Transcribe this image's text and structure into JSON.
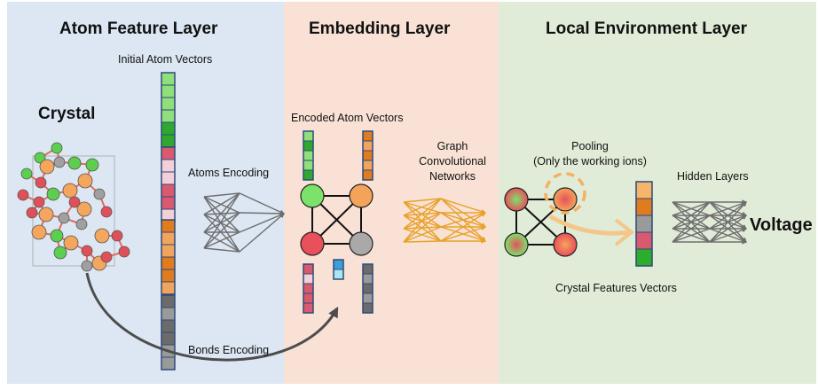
{
  "panels": {
    "atom_feature": {
      "title": "Atom Feature Layer",
      "color": "#dce7f3"
    },
    "embedding": {
      "title": "Embedding Layer",
      "color": "#f9e2d5"
    },
    "local_env": {
      "title": "Local Environment Layer",
      "color": "#e1ecd8"
    }
  },
  "labels": {
    "initial_atom_vectors": "Initial Atom Vectors",
    "crystal": "Crystal",
    "atoms_encoding": "Atoms Encoding",
    "bonds_encoding": "Bonds Encoding",
    "encoded_atom_vectors": "Encoded Atom Vectors",
    "gcn_line1": "Graph",
    "gcn_line2": "Convolutional",
    "gcn_line3": "Networks",
    "pooling_line1": "Pooling",
    "pooling_line2": "(Only the working ions)",
    "hidden_layers": "Hidden Layers",
    "crystal_features_vectors": "Crystal Features Vectors",
    "voltage": "Voltage"
  },
  "colors": {
    "green_light": "#8fe07a",
    "green_dark": "#2fa82f",
    "pink": "#d95a6e",
    "pink_light": "#f3cfd9",
    "orange": "#f0a45c",
    "orange_dark": "#e07c1e",
    "gray": "#9a9a9a",
    "gray_dark": "#6b6b6b",
    "blue": "#3d9fd8",
    "cyan_light": "#a8e6f0",
    "net_gray": "#6e6e6e",
    "net_orange": "#e8a12a",
    "node_red": "#e8505b",
    "node_gray": "#a9a9a9",
    "node_green": "#7be36a",
    "node_orange": "#f4a45a",
    "bond_red": "#e0505a",
    "bond_green": "#5dcf4f",
    "crystal_gray": "#a0a0a0",
    "crystal_orange": "#f4a55e",
    "arrow_gray": "#4d4d4d"
  }
}
